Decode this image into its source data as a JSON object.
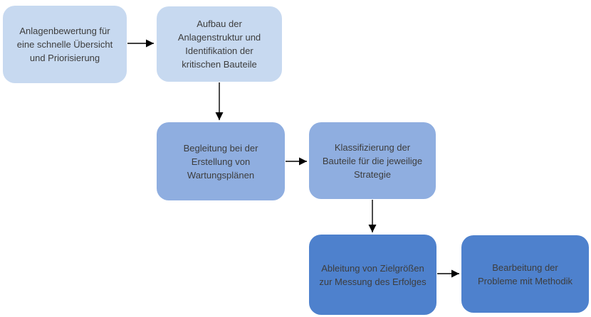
{
  "diagram": {
    "type": "flowchart",
    "background": "#FFFFFF",
    "colors": {
      "stage1_fill": "#C7D9F0",
      "stage2_fill": "#8FAEE0",
      "stage3_fill": "#4E81CD",
      "text": "#3D3D3D",
      "arrow": "#000000"
    },
    "steps": [
      {
        "id": 1,
        "label": "Anlagenbewertung für eine schnelle Übersicht und Priorisierung",
        "lines": [
          "Anlagenbewertung für",
          "eine schnelle Übersicht",
          "und Priorisierung"
        ],
        "fill": "#C7D9F0"
      },
      {
        "id": 2,
        "label": "Aufbau der Anlagenstruktur und Identifikation der kritischen Bauteile",
        "lines": [
          "Aufbau der",
          "Anlagenstruktur und",
          "Identifikation der",
          "kritischen Bauteile"
        ],
        "fill": "#C7D9F0"
      },
      {
        "id": 3,
        "label": "Begleitung bei der Erstellung von Wartungsplänen",
        "lines": [
          "Begleitung bei der",
          "Erstellung von",
          "Wartungsplänen"
        ],
        "fill": "#8FAEE0"
      },
      {
        "id": 4,
        "label": "Klassifizierung der Bauteile für die jeweilige Strategie",
        "lines": [
          "Klassifizierung der",
          "Bauteile für die jeweilige",
          "Strategie"
        ],
        "fill": "#8FAEE0"
      },
      {
        "id": 5,
        "label": "Ableitung von Zielgrößen zur Messung des Erfolges",
        "lines": [
          "Ableitung von Zielgrößen",
          "zur Messung des Erfolges"
        ],
        "fill": "#4E81CD"
      },
      {
        "id": 6,
        "label": "Bearbeitung der Probleme mit Methodik",
        "lines": [
          "Bearbeitung der",
          "Probleme mit Methodik"
        ],
        "fill": "#4E81CD"
      }
    ],
    "connections": [
      {
        "from": 1,
        "to": 2,
        "direction": "right"
      },
      {
        "from": 2,
        "to": 3,
        "direction": "down"
      },
      {
        "from": 3,
        "to": 4,
        "direction": "right"
      },
      {
        "from": 4,
        "to": 5,
        "direction": "down"
      },
      {
        "from": 5,
        "to": 6,
        "direction": "right"
      }
    ]
  }
}
